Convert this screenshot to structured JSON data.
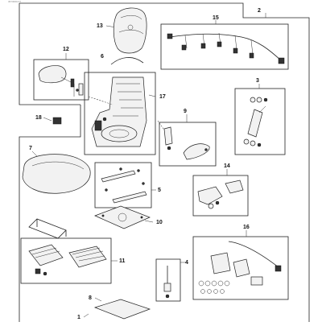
{
  "header": {
    "ref": "3673000-07"
  },
  "callouts": {
    "c1": "1",
    "c2": "2",
    "c3": "3",
    "c4": "4",
    "c5": "5",
    "c6": "6",
    "c7": "7",
    "c8": "8",
    "c9": "9",
    "c10": "10",
    "c11": "11",
    "c12": "12",
    "c13": "13",
    "c14": "14",
    "c15": "15",
    "c16": "16",
    "c17": "17",
    "c18": "18"
  }
}
